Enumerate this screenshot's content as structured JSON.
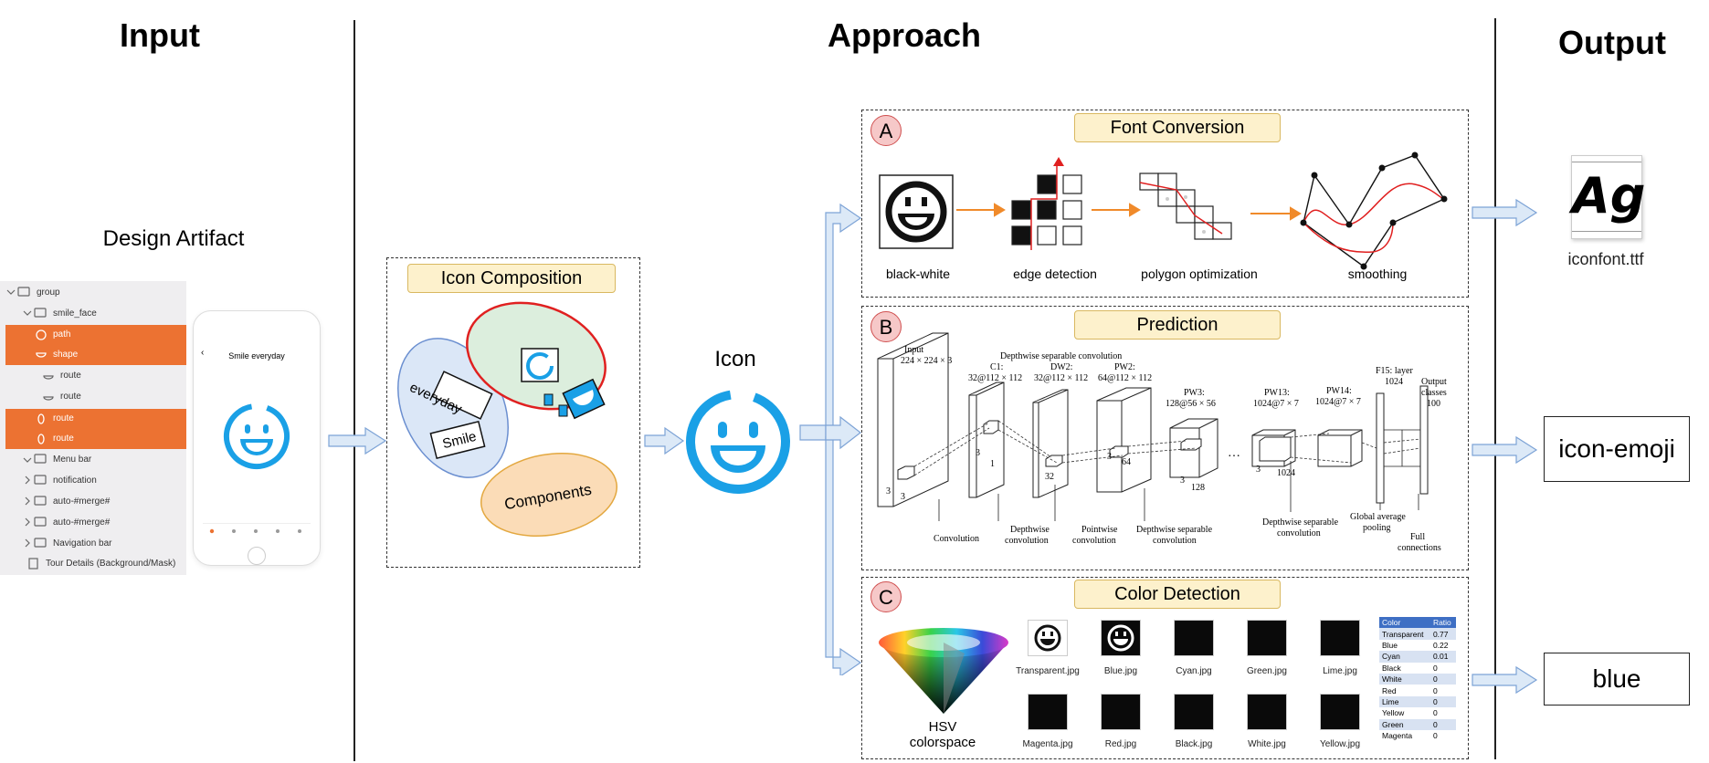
{
  "columns": {
    "input": "Input",
    "approach": "Approach",
    "output": "Output"
  },
  "design_artifact": {
    "title": "Design Artifact",
    "layers": [
      "group",
      "smile_face",
      "path",
      "shape",
      "route",
      "route",
      "route",
      "route",
      "Menu bar",
      "notification",
      "auto-#merge#",
      "auto-#merge#",
      "Navigation bar",
      "Tour Details (Background/Mask)"
    ],
    "highlighted": [
      2,
      3,
      6,
      7
    ],
    "phone_title": "Smile everyday"
  },
  "composition": {
    "title": "Icon Composition",
    "words": [
      "everyday",
      "Smile",
      "Components"
    ]
  },
  "icon_label": "Icon",
  "panel_a": {
    "letter": "A",
    "title": "Font Conversion",
    "steps": [
      "black-white",
      "edge detection",
      "polygon optimization",
      "smoothing"
    ]
  },
  "panel_b": {
    "letter": "B",
    "title": "Prediction",
    "labels": {
      "input": "Input",
      "input_dim": "224 × 224 × 3",
      "dsc_top": "Depthwise separable convolution",
      "c1": "C1:",
      "c1_dim": "32@112 × 112",
      "dw2": "DW2:",
      "dw2_dim": "32@112 × 112",
      "pw2": "PW2:",
      "pw2_dim": "64@112 × 112",
      "pw3": "PW3:",
      "pw3_dim": "128@56 × 56",
      "pw13": "PW13:",
      "pw13_dim": "1024@7 × 7",
      "pw14": "PW14:",
      "pw14_dim": "1024@7 × 7",
      "f15": "F15: layer",
      "f15_dim": "1024",
      "output": "Output",
      "classes": "classes",
      "classes_n": "100",
      "convolution": "Convolution",
      "depthwise": "Depthwise",
      "convolution2": "convolution",
      "pointwise": "Pointwise",
      "convolution3": "convolution",
      "dsc1": "Depthwise separable",
      "dsc1b": "convolution",
      "dsc2": "Depthwise separable",
      "dsc2b": "convolution",
      "gap": "Global average",
      "gapb": "pooling",
      "full": "Full",
      "fullb": "connections",
      "k3a": "3",
      "k3b": "3",
      "k3c": "3",
      "k1": "1",
      "k32": "32",
      "k3d": "3",
      "k64": "64",
      "k3e": "3",
      "k128": "128",
      "k3f": "3",
      "k1024": "1024",
      "dots": "…",
      "k3g": "3",
      "k3h": "3"
    }
  },
  "panel_c": {
    "letter": "C",
    "title": "Color Detection",
    "hsv": "HSV",
    "hsv2": "colorspace",
    "images": [
      "Transparent.jpg",
      "Blue.jpg",
      "Cyan.jpg",
      "Green.jpg",
      "Lime.jpg",
      "Magenta.jpg",
      "Red.jpg",
      "Black.jpg",
      "White.jpg",
      "Yellow.jpg"
    ],
    "table": {
      "headers": [
        "Color",
        "Ratio"
      ],
      "rows": [
        [
          "Transparent",
          "0.77"
        ],
        [
          "Blue",
          "0.22"
        ],
        [
          "Cyan",
          "0.01"
        ],
        [
          "Black",
          "0"
        ],
        [
          "White",
          "0"
        ],
        [
          "Red",
          "0"
        ],
        [
          "Lime",
          "0"
        ],
        [
          "Yellow",
          "0"
        ],
        [
          "Green",
          "0"
        ],
        [
          "Magenta",
          "0"
        ]
      ]
    }
  },
  "outputs": {
    "font_file": "iconfont.ttf",
    "font_glyph": "Ag",
    "label": "icon-emoji",
    "color": "blue"
  },
  "colors": {
    "accent_blue": "#1aa0e6",
    "highlight_orange": "#ec7232",
    "tag_fill": "#fdf1cc",
    "arrow_fill": "#dce9f7"
  }
}
